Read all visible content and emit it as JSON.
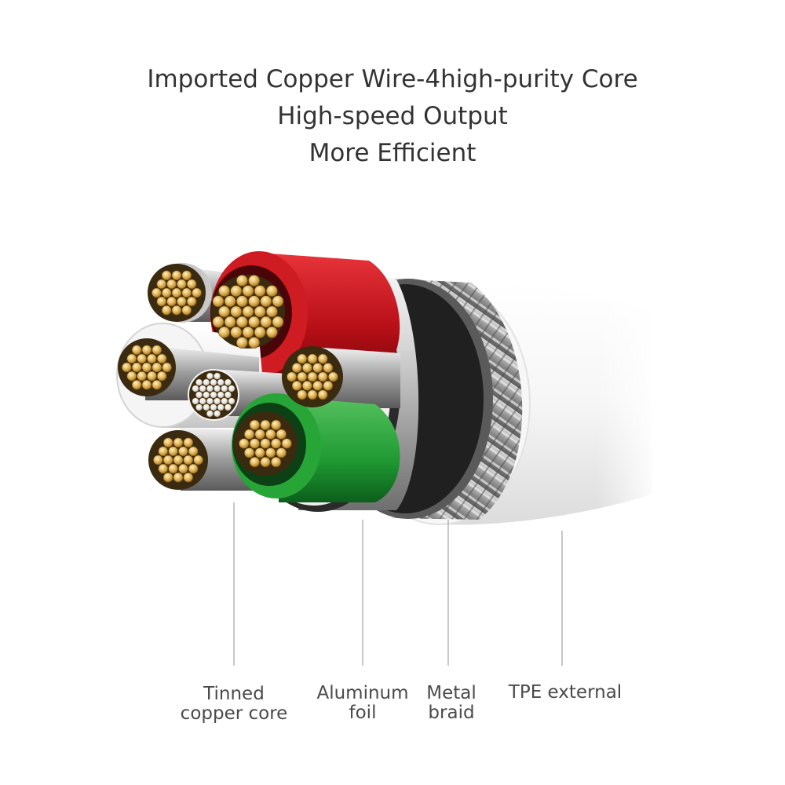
{
  "headline": {
    "line1": "Imported Copper Wire-4high-purity Core",
    "line2": "High-speed Output",
    "line3": "More Efficient"
  },
  "callouts": [
    {
      "id": "tinned-copper-core",
      "lines": [
        "Tinned",
        "copper core"
      ]
    },
    {
      "id": "aluminum-foil",
      "lines": [
        "Aluminum",
        "foil"
      ]
    },
    {
      "id": "metal-braid",
      "lines": [
        "Metal",
        "braid"
      ]
    },
    {
      "id": "tpe-external",
      "lines": [
        "TPE external"
      ]
    }
  ],
  "colors": {
    "text": "#333333",
    "red_insulation": "#c8161e",
    "green_insulation": "#1f9a32",
    "white_insulation": "#f2f2f2",
    "gold_strands": "#e0b254",
    "braid": "#9a9a9a",
    "jacket": "#f4f4f4"
  }
}
